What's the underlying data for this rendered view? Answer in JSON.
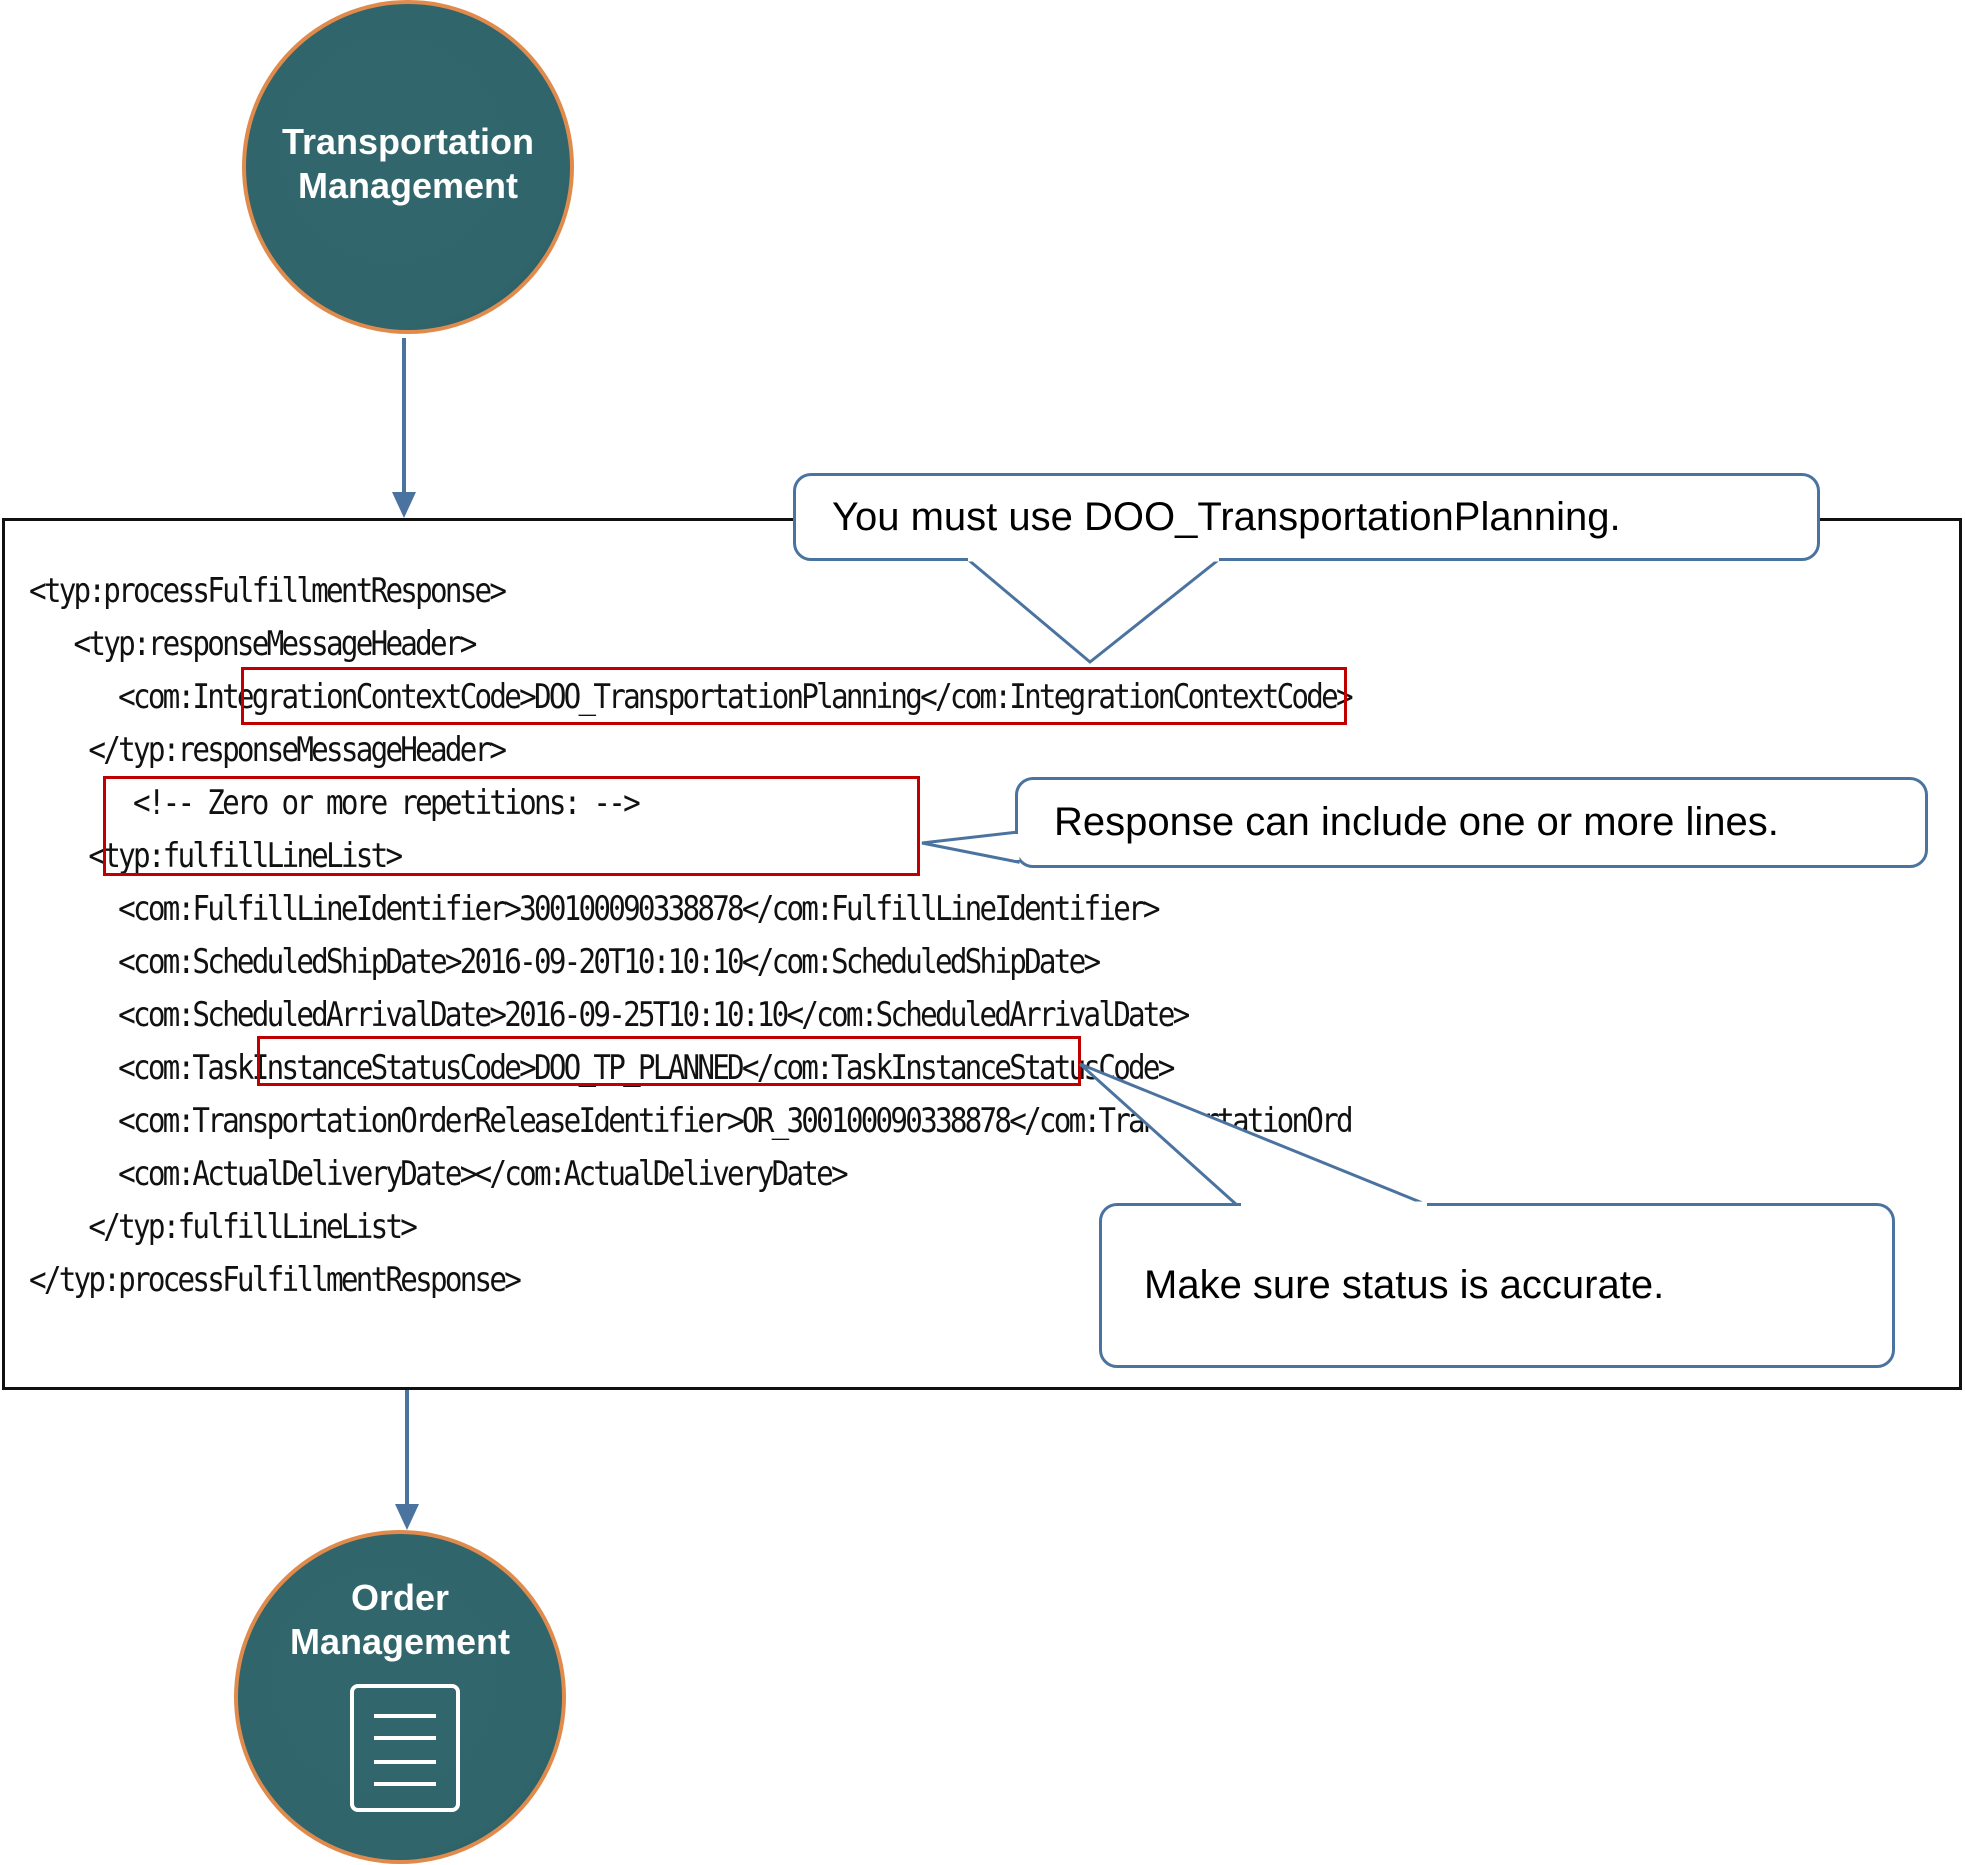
{
  "nodes": {
    "source": {
      "label_line1": "Transportation",
      "label_line2": "Management"
    },
    "target": {
      "label_line1": "Order",
      "label_line2": "Management",
      "icon": "document-icon"
    }
  },
  "colors": {
    "node_fill": "#2f656b",
    "node_border": "#e08a4c",
    "arrow": "#4a73a0",
    "highlight": "#c00000",
    "callout_border": "#4a73a0"
  },
  "code": {
    "lines": [
      "<typ:processFulfillmentResponse>",
      "   <typ:responseMessageHeader>",
      "      <com:IntegrationContextCode>DOO_TransportationPlanning</com:IntegrationContextCode>",
      "    </typ:responseMessageHeader>",
      "       <!-- Zero or more repetitions: -->",
      "    <typ:fulfillLineList>",
      "      <com:FulfillLineIdentifier>300100090338878</com:FulfillLineIdentifier>",
      "      <com:ScheduledShipDate>2016-09-20T10:10:10</com:ScheduledShipDate>",
      "      <com:ScheduledArrivalDate>2016-09-25T10:10:10</com:ScheduledArrivalDate>",
      "      <com:TaskInstanceStatusCode>DOO_TP_PLANNED</com:TaskInstanceStatusCode>",
      "      <com:TransportationOrderReleaseIdentifier>OR_300100090338878</com:TransportationOrd",
      "      <com:ActualDeliveryDate></com:ActualDeliveryDate>",
      "    </typ:fulfillLineList>",
      "</typ:processFulfillmentResponse>"
    ]
  },
  "callouts": {
    "integration_context": "You must use DOO_TransportationPlanning.",
    "lines": "Response can include one or more lines.",
    "status": "Make sure status is accurate."
  }
}
